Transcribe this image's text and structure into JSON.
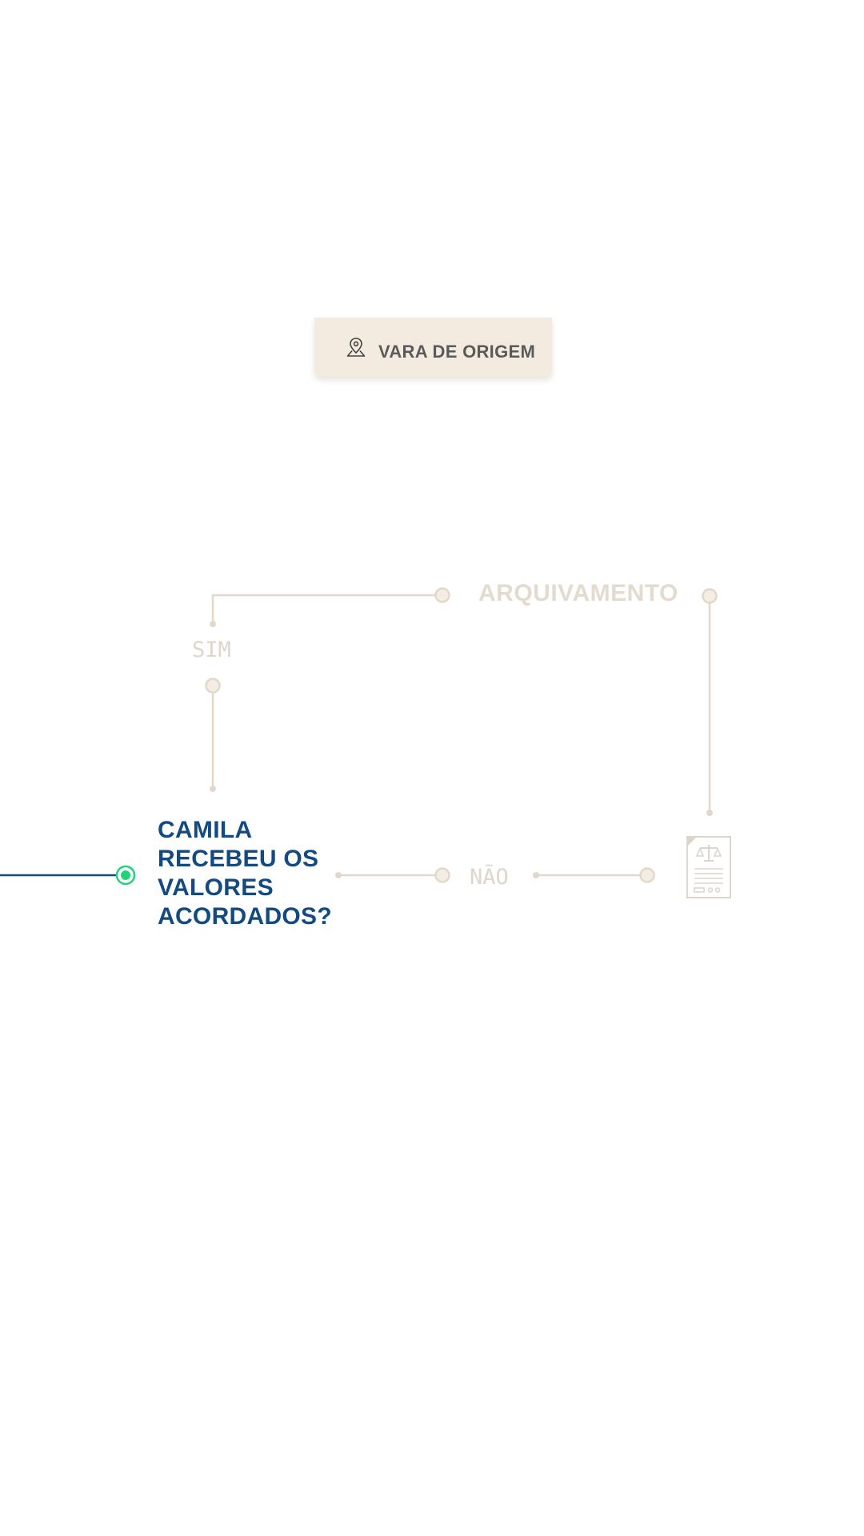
{
  "location_tag": {
    "icon": "map-pin-icon",
    "label": "VARA DE ORIGEM"
  },
  "flow": {
    "question": "CAMILA RECEBEU OS VALORES ACORDADOS?",
    "answer_yes": "SIM",
    "answer_no": "NÃO",
    "outcome_yes": "ARQUIVAMENTO",
    "outcome_no_icon": "court-document-icon"
  },
  "colors": {
    "active": "#134a80",
    "active_node": "#22d37a",
    "inactive_line": "#e1d8cb",
    "inactive_text": "#e3dbcf",
    "tag_background": "#f3ebdf"
  }
}
